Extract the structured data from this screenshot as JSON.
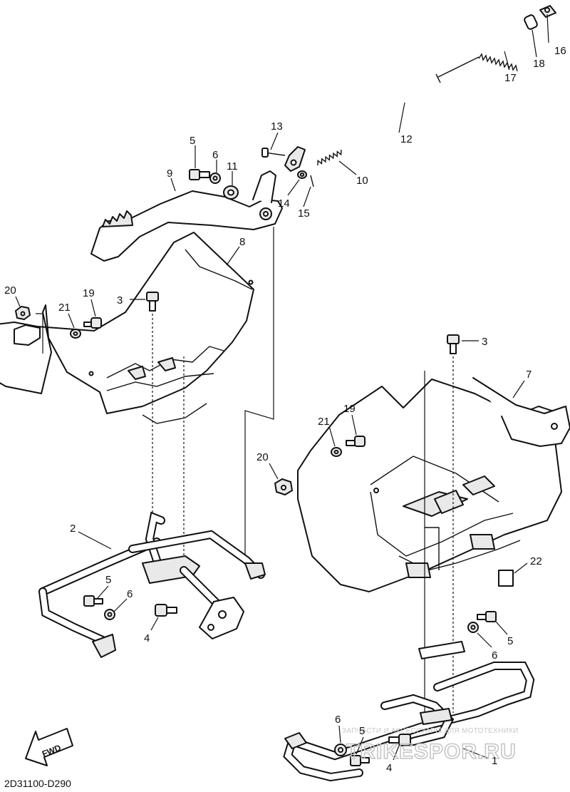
{
  "diagram_code": "2D31100-D290",
  "fwd_label": "FWD",
  "watermark": {
    "small": "ЗАПЧАСТИ И АКСЕССУАРЫ ДЛЯ МОТОТЕХНИКИ",
    "large": "TRIKESPOR.RU"
  },
  "callouts": [
    {
      "id": "c16",
      "text": "16"
    },
    {
      "id": "c18",
      "text": "18"
    },
    {
      "id": "c17",
      "text": "17"
    },
    {
      "id": "c13",
      "text": "13"
    },
    {
      "id": "c12",
      "text": "12"
    },
    {
      "id": "c10",
      "text": "10"
    },
    {
      "id": "c5a",
      "text": "5"
    },
    {
      "id": "c6a",
      "text": "6"
    },
    {
      "id": "c11",
      "text": "11"
    },
    {
      "id": "c9",
      "text": "9"
    },
    {
      "id": "c14",
      "text": "14"
    },
    {
      "id": "c15",
      "text": "15"
    },
    {
      "id": "c8",
      "text": "8"
    },
    {
      "id": "c20a",
      "text": "20"
    },
    {
      "id": "c21a",
      "text": "21"
    },
    {
      "id": "c19a",
      "text": "19"
    },
    {
      "id": "c3a",
      "text": "3"
    },
    {
      "id": "c3b",
      "text": "3"
    },
    {
      "id": "c7",
      "text": "7"
    },
    {
      "id": "c21b",
      "text": "21"
    },
    {
      "id": "c19b",
      "text": "19"
    },
    {
      "id": "c20b",
      "text": "20"
    },
    {
      "id": "c2",
      "text": "2"
    },
    {
      "id": "c22",
      "text": "22"
    },
    {
      "id": "c5b",
      "text": "5"
    },
    {
      "id": "c6b",
      "text": "6"
    },
    {
      "id": "c4a",
      "text": "4"
    },
    {
      "id": "c5c",
      "text": "5"
    },
    {
      "id": "c6c",
      "text": "6"
    },
    {
      "id": "c6d",
      "text": "6"
    },
    {
      "id": "c5d",
      "text": "5"
    },
    {
      "id": "c4b",
      "text": "4"
    },
    {
      "id": "c1",
      "text": "1"
    }
  ]
}
